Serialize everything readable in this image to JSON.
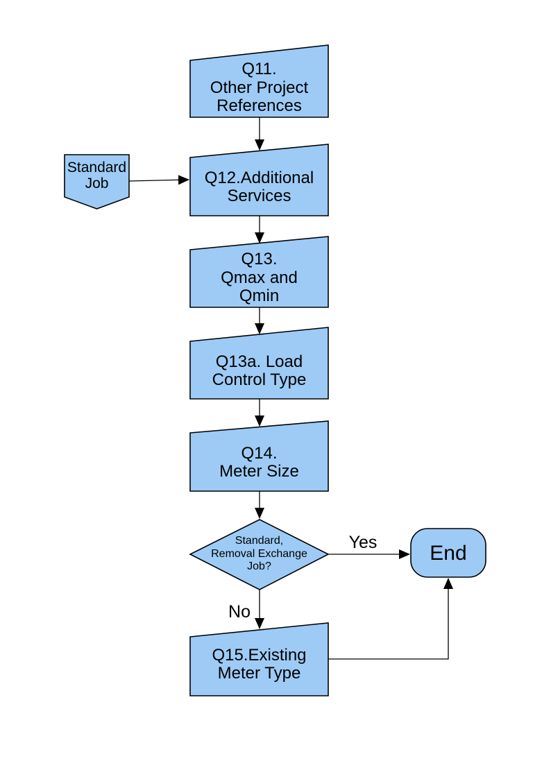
{
  "nodes": {
    "q11": {
      "label": "Q11.\nOther Project\nReferences",
      "shape": "manual-input"
    },
    "standard_job": {
      "label": "Standard\nJob",
      "shape": "off-page-connector"
    },
    "q12": {
      "label": "Q12.Additional\nServices",
      "shape": "manual-input"
    },
    "q13": {
      "label": "Q13.\nQmax and\nQmin",
      "shape": "manual-input"
    },
    "q13a": {
      "label": "Q13a. Load\nControl Type",
      "shape": "manual-input"
    },
    "q14": {
      "label": "Q14.\nMeter Size",
      "shape": "manual-input"
    },
    "decision": {
      "label": "Standard,\nRemoval Exchange\nJob?",
      "shape": "decision"
    },
    "end": {
      "label": "End",
      "shape": "terminator"
    },
    "q15": {
      "label": "Q15.Existing\nMeter Type",
      "shape": "manual-input"
    }
  },
  "edge_labels": {
    "yes": "Yes",
    "no": "No"
  },
  "colors": {
    "page_background": "#FFFFFF",
    "node_fill": "#9DCBF6",
    "node_border": "#000000",
    "connector": "#000000",
    "text": "#000000"
  }
}
